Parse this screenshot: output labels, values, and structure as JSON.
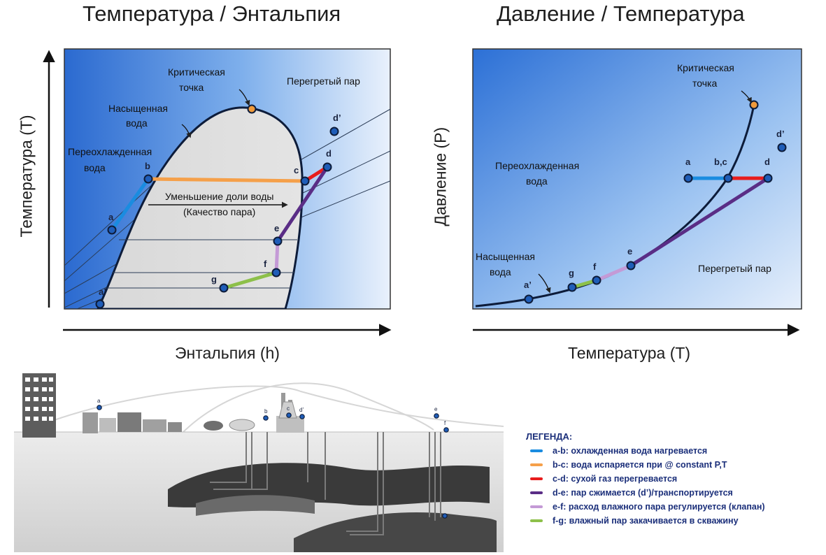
{
  "left_chart": {
    "title": "Температура / Энтальпия",
    "xlabel": "Энтальпия (h)",
    "ylabel": "Температура (T)",
    "labels": {
      "critical_1": "Критическая",
      "critical_2": "точка",
      "superheated": "Перегретый пар",
      "saturated_1": "Насыщенная",
      "saturated_2": "вода",
      "subcooled_1": "Переохлажденная",
      "subcooled_2": "вода",
      "decrease_1": "Уменьшение доли воды",
      "decrease_2": "(Качество пара)"
    },
    "points": {
      "a": "a",
      "b": "b",
      "c": "c",
      "d": "d",
      "d_prime": "d’",
      "e": "e",
      "f": "f",
      "g": "g",
      "a_prime": "a’"
    }
  },
  "right_chart": {
    "title": "Давление / Температура",
    "xlabel": "Температура (T)",
    "ylabel": "Давление (P)",
    "labels": {
      "critical_1": "Критическая",
      "critical_2": "точка",
      "subcooled_1": "Переохлажденная",
      "subcooled_2": "вода",
      "saturated_1": "Насыщенная",
      "saturated_2": "вода",
      "superheated": "Перегретый пар"
    },
    "points": {
      "a": "a",
      "bc": "b,c",
      "d": "d",
      "d_prime": "d’",
      "e": "e",
      "f": "f",
      "g": "g",
      "a_prime": "a’"
    }
  },
  "illustration": {
    "markers": {
      "a": "a",
      "b": "b",
      "c": "c",
      "d": "d’",
      "e": "e",
      "f": "f"
    }
  },
  "legend": {
    "title": "ЛЕГЕНДА:",
    "items": [
      {
        "label": "a-b: охлажденная вода нагревается",
        "color": "#1a8ce0"
      },
      {
        "label": "b-c: вода испаряется при @ constant P,T",
        "color": "#f5a04a"
      },
      {
        "label": "c-d: сухой газ перегревается",
        "color": "#e81c1c"
      },
      {
        "label": "d-e: пар сжимается (d’)/транспортируется",
        "color": "#5a2d86"
      },
      {
        "label": "e-f: расход влажного пара регулируется (клапан)",
        "color": "#c49ad6"
      },
      {
        "label": "f-g: влажный пар закачивается в скважину",
        "color": "#8dc04a"
      }
    ]
  },
  "colors": {
    "process_ab": "#1a8ce0",
    "process_bc": "#f5a04a",
    "process_cd": "#e81c1c",
    "process_de": "#5a2d86",
    "process_ef": "#c49ad6",
    "process_fg": "#8dc04a",
    "critical_point": "#f09a3a",
    "node": "#1f5db8"
  }
}
